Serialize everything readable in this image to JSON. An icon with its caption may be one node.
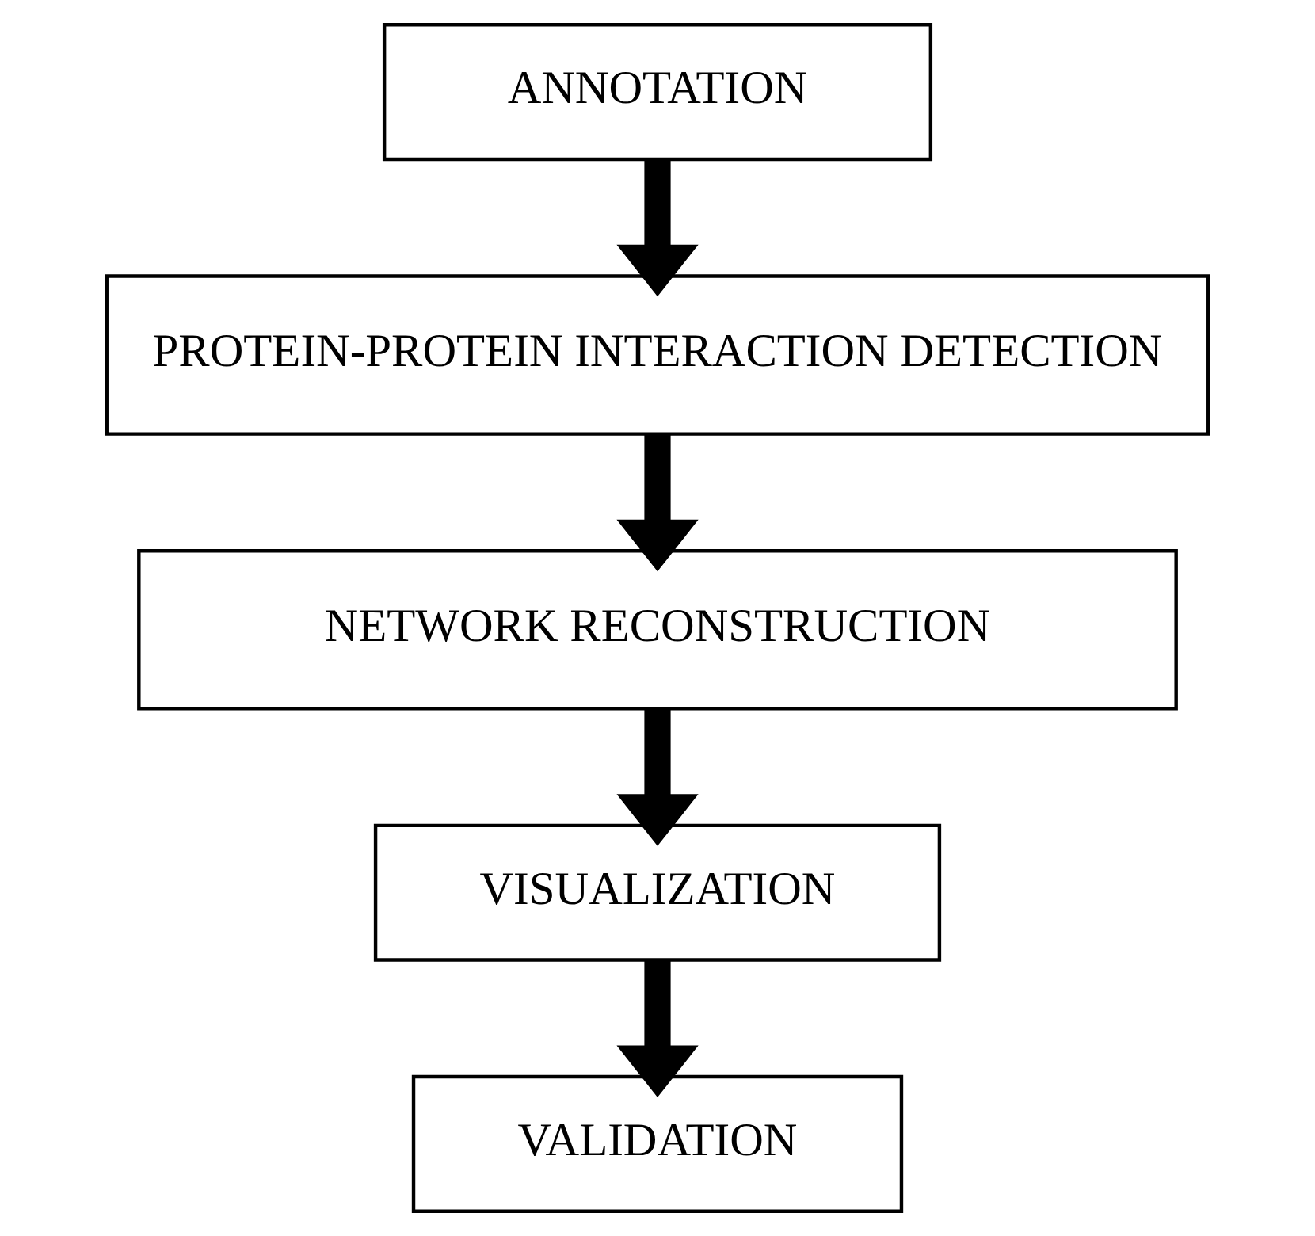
{
  "diagram": {
    "nodes": [
      {
        "text": [
          "ANNOTATION"
        ]
      },
      {
        "text": [
          "PROTEIN-PROTEIN INTERACTION DETECTION"
        ]
      },
      {
        "text": [
          "NETWORK RECONSTRUCTION"
        ]
      },
      {
        "text": [
          "VISUALIZATION"
        ]
      },
      {
        "text": [
          "VALIDATION"
        ]
      }
    ],
    "edges": [
      {
        "from": 0,
        "to": 1,
        "arrow": "to"
      },
      {
        "from": 1,
        "to": 2,
        "arrow": "to"
      },
      {
        "from": 2,
        "to": 3,
        "arrow": "to"
      },
      {
        "from": 3,
        "to": 4,
        "arrow": "to"
      }
    ]
  }
}
